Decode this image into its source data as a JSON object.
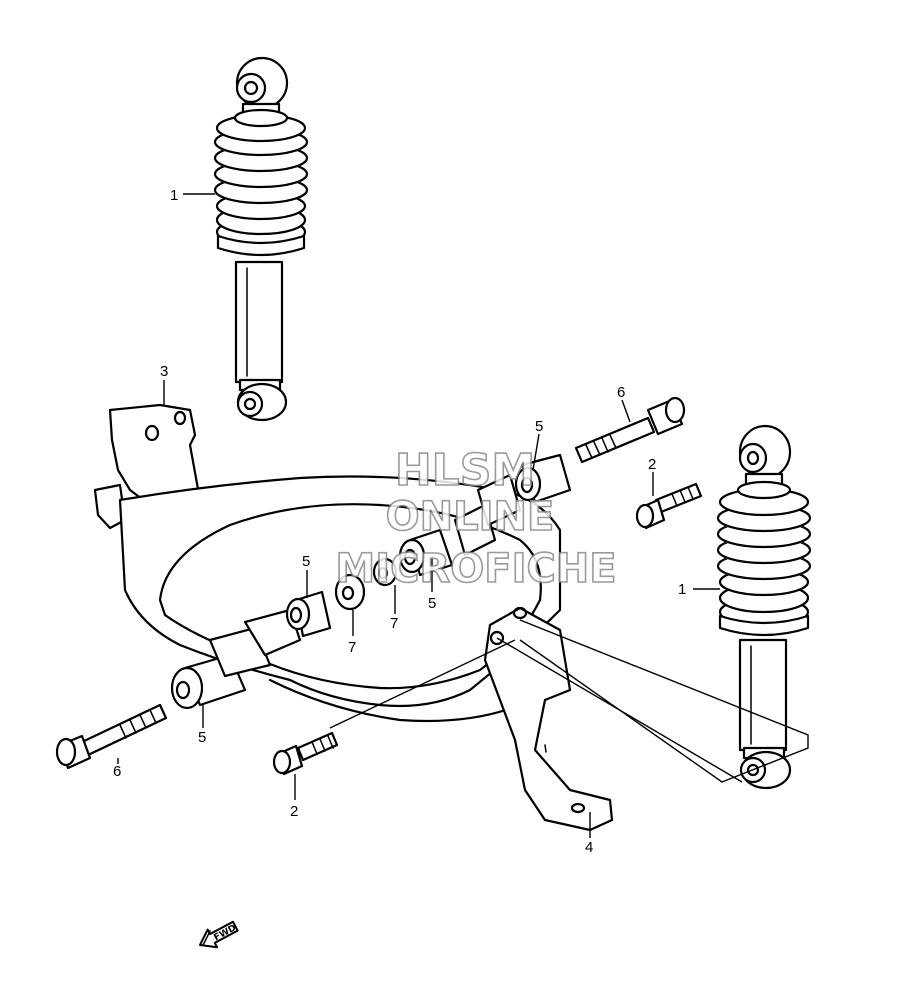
{
  "watermark": {
    "line1": "HLSM",
    "line2": "ONLINE",
    "line3": "MICROFICHE"
  },
  "direction_indicator": {
    "label": "FWD",
    "icon": "arrow-left-down-icon"
  },
  "callouts": {
    "shock_top_left": "1",
    "shock_right": "1",
    "bolt_small_upper": "2",
    "bolt_small_lower": "2",
    "swing_frame": "3",
    "bracket": "4",
    "bushing_top": "5",
    "bushing_middle_a": "5",
    "bushing_middle_b": "5",
    "bushing_lower": "5",
    "bolt_long_upper": "6",
    "bolt_long_lower": "6",
    "washer_a": "7",
    "washer_b": "7"
  }
}
